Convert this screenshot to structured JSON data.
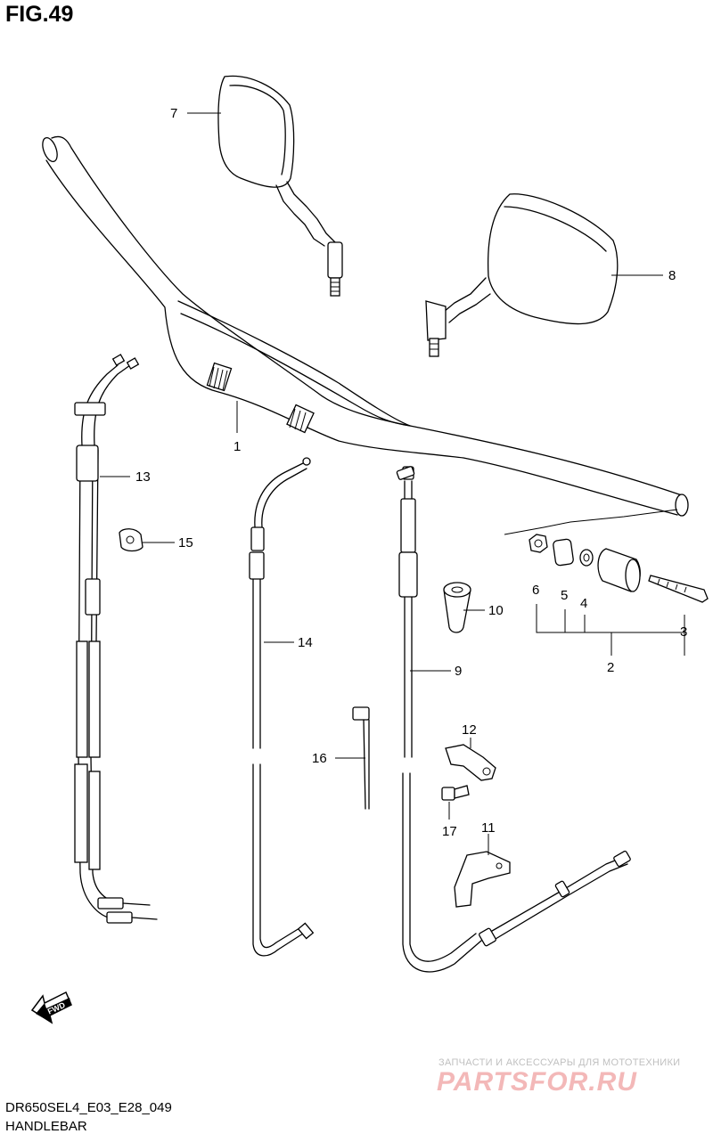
{
  "header": {
    "figure": "FIG.49"
  },
  "footer": {
    "model_code": "DR650SEL4_E03_E28_049",
    "title": "HANDLEBAR"
  },
  "watermark": {
    "small": "ЗАПЧАСТИ И АКСЕССУАРЫ ДЛЯ МОТОТЕХНИКИ",
    "big": "PARTSFOR.RU",
    "color": "#f3b8b8"
  },
  "fwd_label": "FWD",
  "callouts": {
    "c1": "1",
    "c2": "2",
    "c3": "3",
    "c4": "4",
    "c5": "5",
    "c6": "6",
    "c7": "7",
    "c8": "8",
    "c9": "9",
    "c10": "10",
    "c11": "11",
    "c12": "12",
    "c13": "13",
    "c14": "14",
    "c15": "15",
    "c16": "16",
    "c17": "17"
  }
}
